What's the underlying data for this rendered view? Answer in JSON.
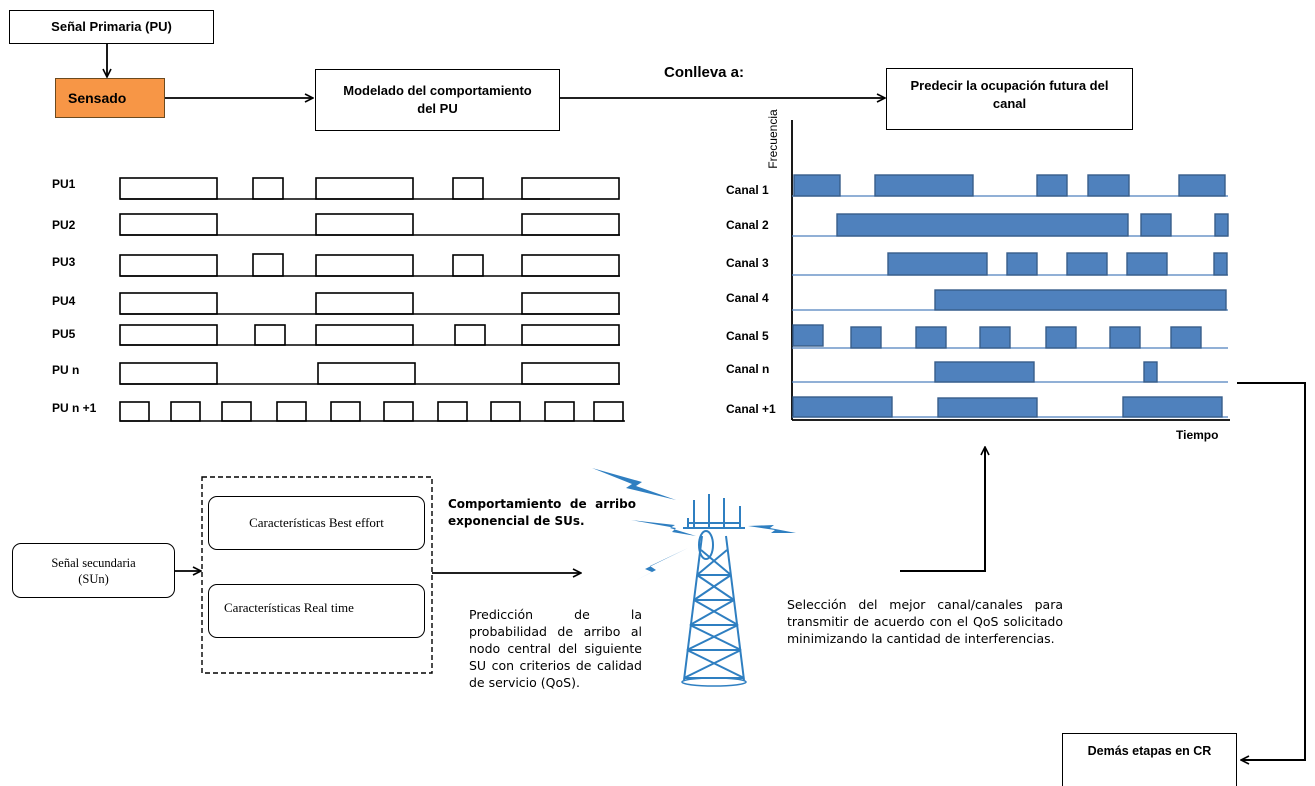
{
  "primary_signal": "Señal Primaria (PU)",
  "sensing": "Sensado",
  "modeling": "Modelado del comportamiento del PU",
  "leads_to": "Conlleva a:",
  "predict": "Predecir la ocupación futura del canal",
  "pu_labels": [
    "PU1",
    "PU2",
    "PU3",
    "PU4",
    "PU5",
    "PU n",
    "PU n +1"
  ],
  "freq_axis": "Frecuencia",
  "time_axis": "Tiempo",
  "channel_labels": [
    "Canal 1",
    "Canal 2",
    "Canal 3",
    "Canal 4",
    "Canal 5",
    "Canal n",
    "Canal +1"
  ],
  "su_signal": "Señal secundaria (SUn)",
  "best_effort": "Características Best effort",
  "real_time": "Características Real time",
  "exp_arrival": "Comportamiento de arribo exponencial de SUs.",
  "prediction_text": "Predicción de la probabilidad de arribo al nodo central del siguiente SU con criterios de calidad de servicio (QoS).",
  "selection_text": "Selección del mejor canal/canales para transmitir de acuerdo con el QoS solicitado minimizando la cantidad de interferencias.",
  "other_stages": "Demás etapas en CR",
  "colors": {
    "sensing_fill": "#f79646",
    "channel_fill": "#4f81bd",
    "channel_stroke": "#385d8a",
    "channel_line": "#4f81bd",
    "tower": "#2f7fc1"
  }
}
